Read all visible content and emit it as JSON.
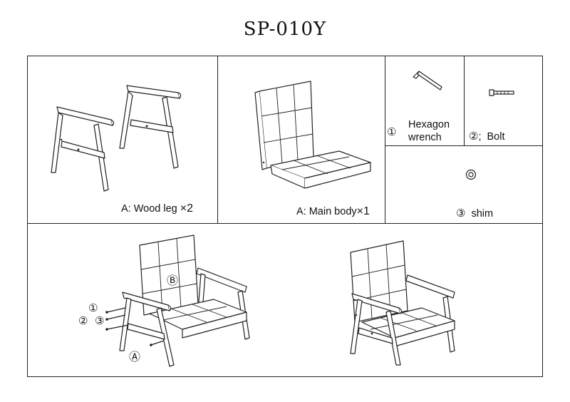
{
  "title": "SP-010Y",
  "panels": {
    "wood_leg": "A: Wood leg",
    "wood_leg_qty": "×2",
    "main_body": "A: Main body",
    "main_body_qty": "×1",
    "hexagon_num": "①",
    "hexagon_text_1": "Hexagon",
    "hexagon_text_2": "wrench",
    "bolt_num": "②",
    "bolt_sep": ";",
    "bolt_text": "Bolt",
    "shim_num": "③",
    "shim_text": "shim"
  },
  "assembly": {
    "callout_1": "①",
    "callout_2": "②",
    "callout_3": "③",
    "callout_a": "Ⓐ",
    "callout_b": "Ⓑ"
  }
}
